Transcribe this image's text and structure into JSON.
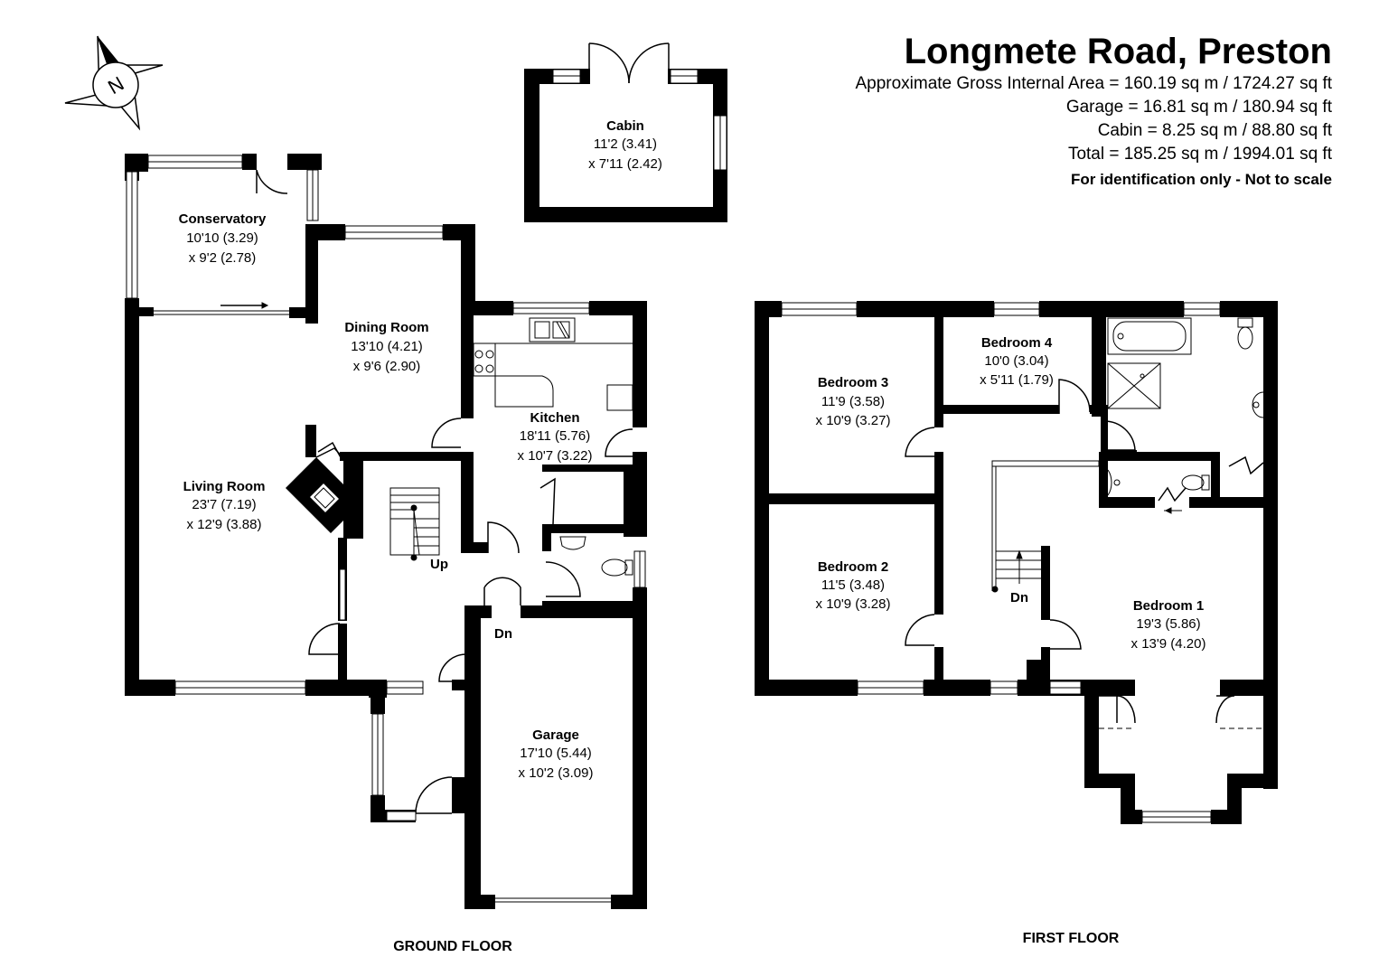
{
  "header": {
    "title": "Longmete Road, Preston",
    "gross_area": "Approximate Gross Internal Area = 160.19 sq m / 1724.27 sq ft",
    "garage_area": "Garage = 16.81 sq m / 180.94 sq ft",
    "cabin_area": "Cabin = 8.25 sq m / 88.80 sq ft",
    "total_area": "Total  = 185.25 sq m / 1994.01 sq ft",
    "note": "For identification only - Not to scale"
  },
  "compass": {
    "letter": "N",
    "icon": "north-compass-icon"
  },
  "floors": {
    "ground": "GROUND FLOOR",
    "first": "FIRST FLOOR"
  },
  "rooms": {
    "cabin": {
      "name": "Cabin",
      "dim1": "11'2 (3.41)",
      "dim2": "x 7'11 (2.42)"
    },
    "conservatory": {
      "name": "Conservatory",
      "dim1": "10'10 (3.29)",
      "dim2": "x 9'2 (2.78)"
    },
    "dining": {
      "name": "Dining Room",
      "dim1": "13'10 (4.21)",
      "dim2": "x 9'6 (2.90)"
    },
    "kitchen": {
      "name": "Kitchen",
      "dim1": "18'11 (5.76)",
      "dim2": "x 10'7 (3.22)"
    },
    "living": {
      "name": "Living Room",
      "dim1": "23'7 (7.19)",
      "dim2": "x 12'9 (3.88)"
    },
    "garage": {
      "name": "Garage",
      "dim1": "17'10 (5.44)",
      "dim2": "x 10'2 (3.09)"
    },
    "bedroom3": {
      "name": "Bedroom 3",
      "dim1": "11'9 (3.58)",
      "dim2": "x 10'9 (3.27)"
    },
    "bedroom4": {
      "name": "Bedroom 4",
      "dim1": "10'0 (3.04)",
      "dim2": "x 5'11 (1.79)"
    },
    "bedroom2": {
      "name": "Bedroom 2",
      "dim1": "11'5 (3.48)",
      "dim2": "x 10'9 (3.28)"
    },
    "bedroom1": {
      "name": "Bedroom 1",
      "dim1": "19'3 (5.86)",
      "dim2": "x 13'9 (4.20)"
    }
  },
  "stairs": {
    "ground_up": "Up",
    "ground_dn": "Dn",
    "first_dn": "Dn"
  }
}
